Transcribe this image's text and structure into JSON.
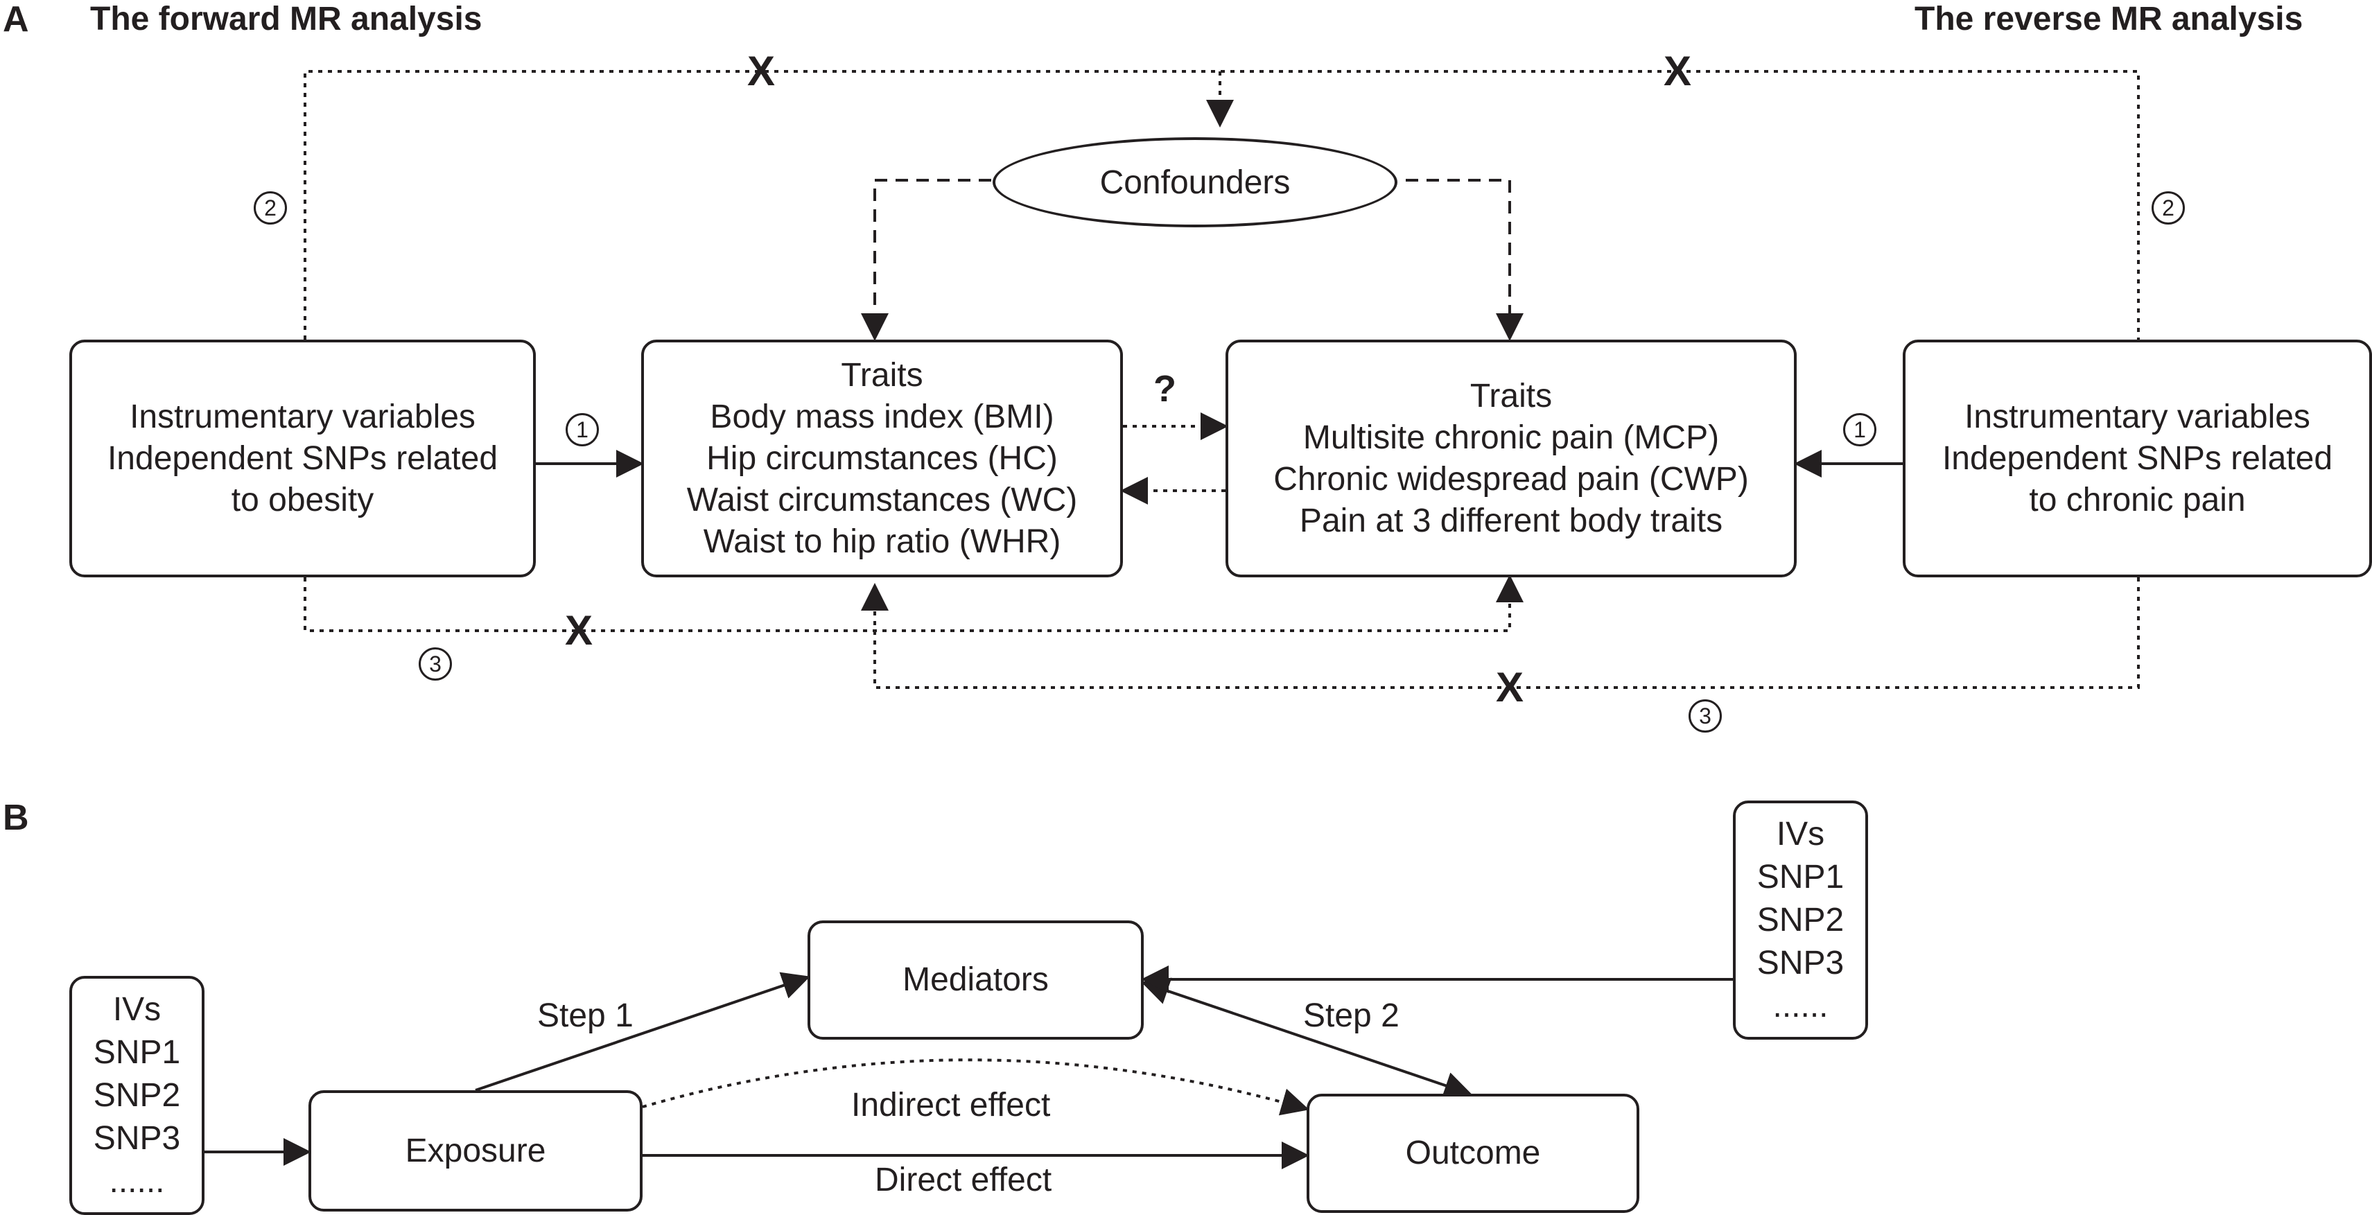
{
  "panel_a": {
    "label": "A",
    "forward_title": "The forward MR analysis",
    "reverse_title": "The reverse MR analysis",
    "confounders": "Confounders",
    "iv_left": [
      "Instrumentary variables",
      "Independent SNPs related",
      "to obesity"
    ],
    "traits_obesity": [
      "Traits",
      "Body mass index (BMI)",
      "Hip circumstances (HC)",
      "Waist circumstances (WC)",
      "Waist to hip ratio (WHR)"
    ],
    "traits_pain": [
      "Traits",
      "Multisite chronic pain (MCP)",
      "Chronic widespread pain (CWP)",
      "Pain at 3 different body traits"
    ],
    "iv_right": [
      "Instrumentary variables",
      "Independent SNPs related",
      "to chronic pain"
    ],
    "question": "?",
    "x_mark": "X",
    "num1": "1",
    "num2": "2",
    "num3": "3"
  },
  "panel_b": {
    "label": "B",
    "ivs_left": [
      "IVs",
      "SNP1",
      "SNP2",
      "SNP3",
      "......"
    ],
    "ivs_right": [
      "IVs",
      "SNP1",
      "SNP2",
      "SNP3",
      "......"
    ],
    "mediators": "Mediators",
    "exposure": "Exposure",
    "outcome": "Outcome",
    "step1": "Step 1",
    "step2": "Step 2",
    "indirect_effect": "Indirect effect",
    "direct_effect": "Direct effect"
  }
}
